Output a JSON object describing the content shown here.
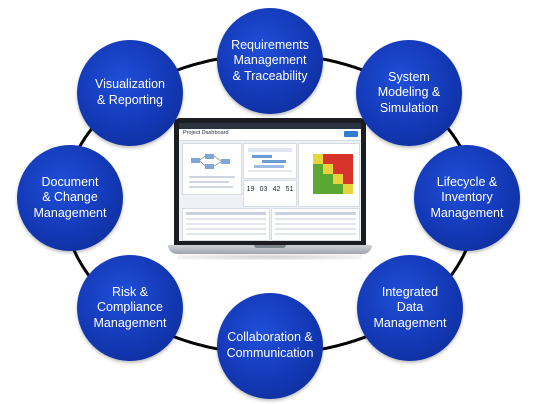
{
  "nodes": [
    {
      "id": "requirements",
      "label": "Requirements\nManagement\n& Traceability"
    },
    {
      "id": "system-modeling",
      "label": "System\nModeling &\nSimulation"
    },
    {
      "id": "lifecycle",
      "label": "Lifecycle &\nInventory\nManagement"
    },
    {
      "id": "integrated-data",
      "label": "Integrated\nData\nManagement"
    },
    {
      "id": "collaboration",
      "label": "Collaboration &\nCommunication"
    },
    {
      "id": "risk",
      "label": "Risk &\nCompliance\nManagement"
    },
    {
      "id": "document",
      "label": "Document\n& Change\nManagement"
    },
    {
      "id": "visualization",
      "label": "Visualization\n& Reporting"
    }
  ],
  "laptop": {
    "app_title": "Project Dashboard",
    "countdown": [
      "19",
      "03",
      "42",
      "51"
    ]
  },
  "colors": {
    "node_fill": "#1338b5",
    "ring": "#000000",
    "risk_red": "#d6342b",
    "risk_yellow": "#e8d43a",
    "risk_green": "#5aa832"
  }
}
